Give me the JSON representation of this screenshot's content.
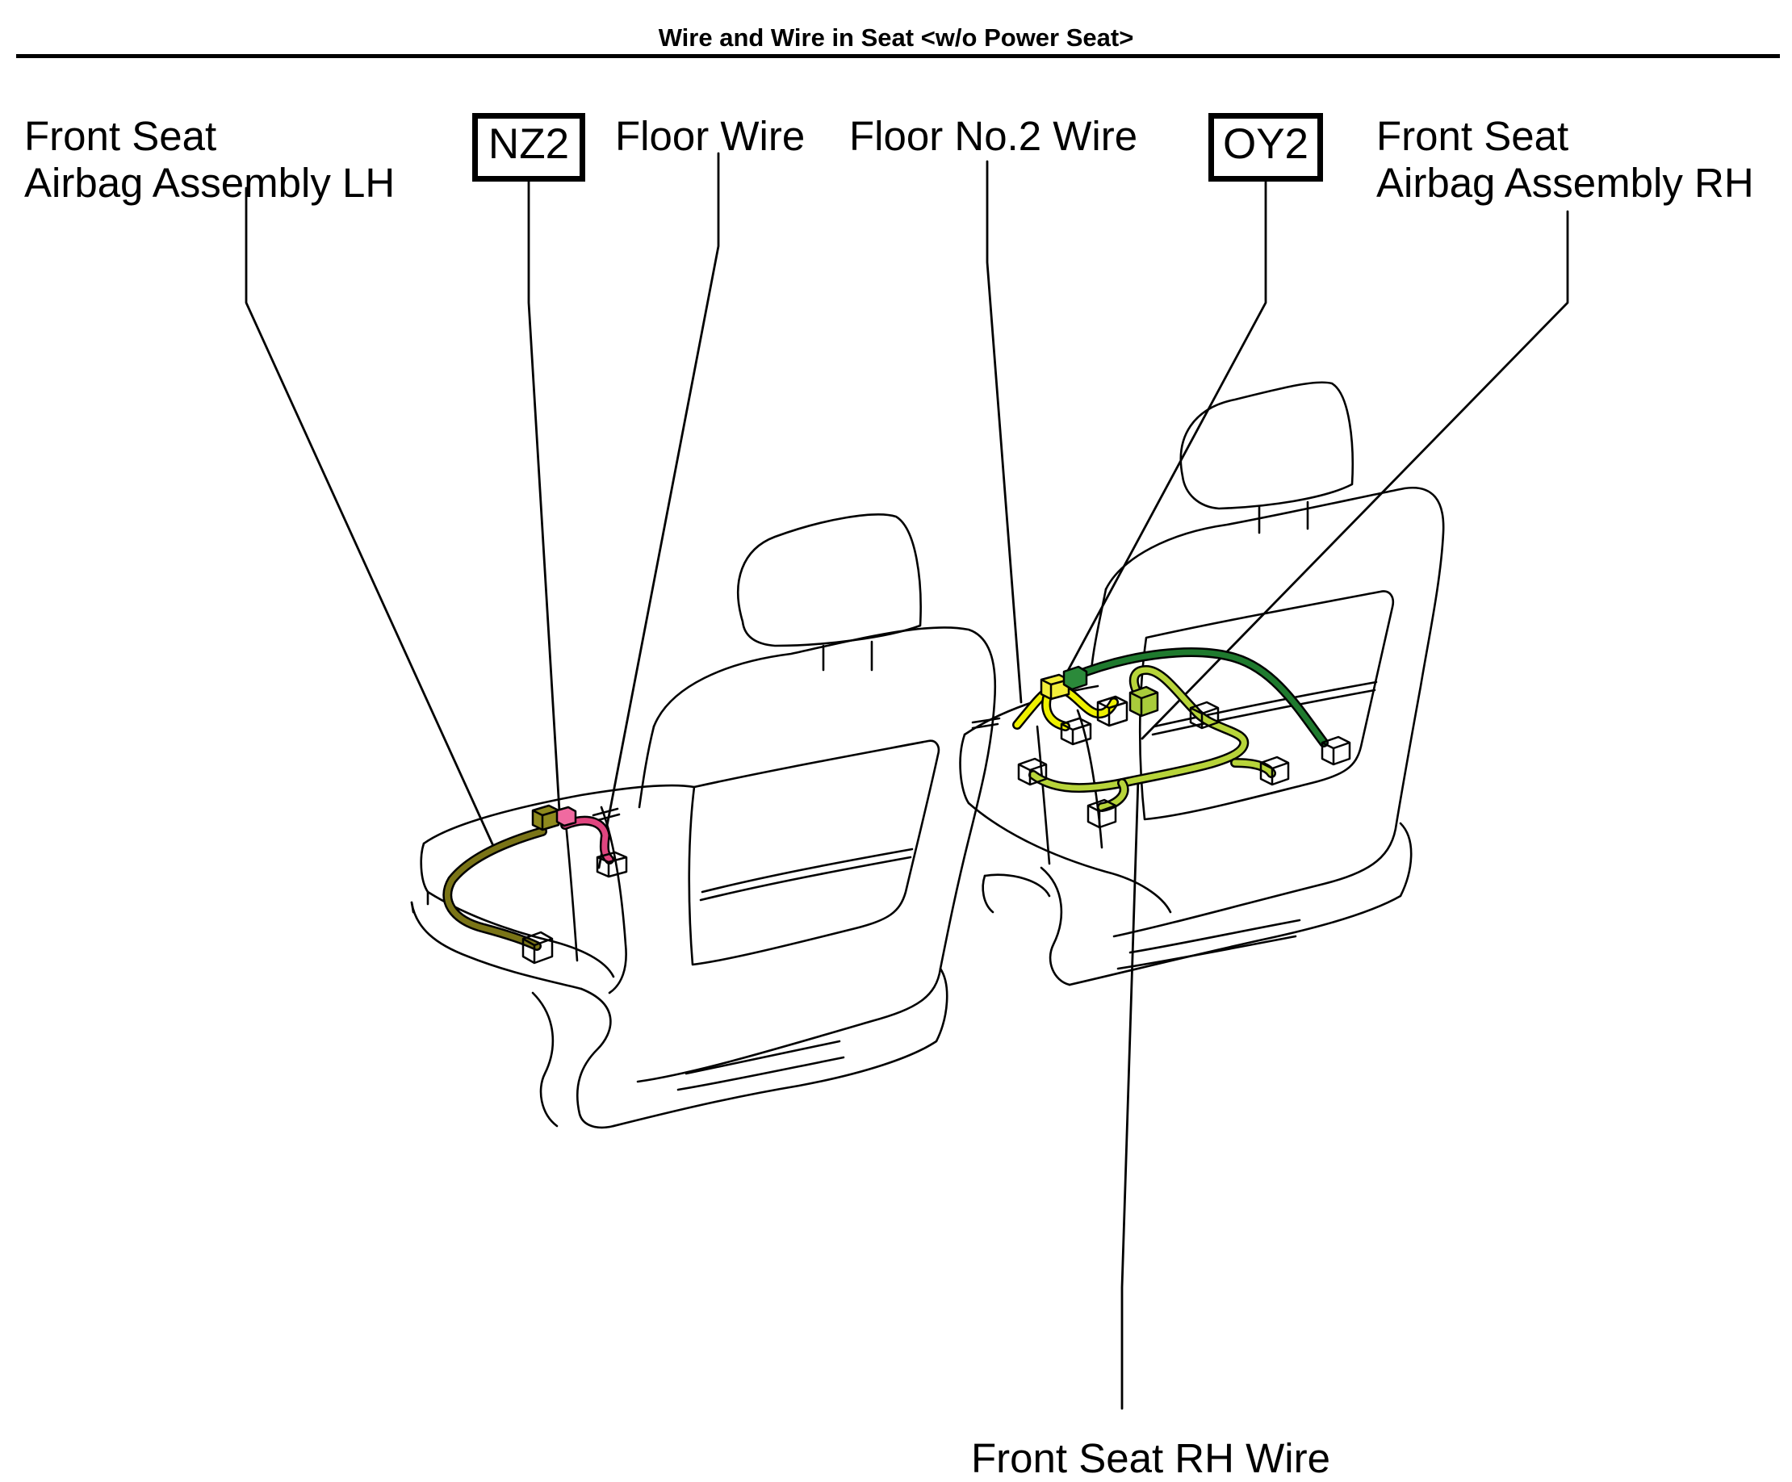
{
  "title": "Wire and Wire in Seat <w/o Power Seat>",
  "labels": {
    "front_seat_airbag_lh": [
      "Front Seat",
      "Airbag Assembly LH"
    ],
    "floor_wire": "Floor Wire",
    "floor_no2_wire": "Floor No.2 Wire",
    "front_seat_airbag_rh": [
      "Front Seat",
      "Airbag Assembly RH"
    ],
    "front_seat_rh_wire": "Front Seat RH Wire"
  },
  "codes": {
    "nz2": "NZ2",
    "oy2": "OY2"
  },
  "colors": {
    "olive_wire": "#7a7417",
    "olive_connector": "#8f8a1e",
    "pink_wire": "#e0457f",
    "pink_connector": "#f06aa0",
    "yellow_wire": "#eef000",
    "yellow_connector": "#f2ee3a",
    "lime_wire": "#b7d43a",
    "lime_connector": "#a9cc3b",
    "dark_green_wire": "#1f7a2e",
    "dark_green_connector": "#2b8a3a"
  }
}
